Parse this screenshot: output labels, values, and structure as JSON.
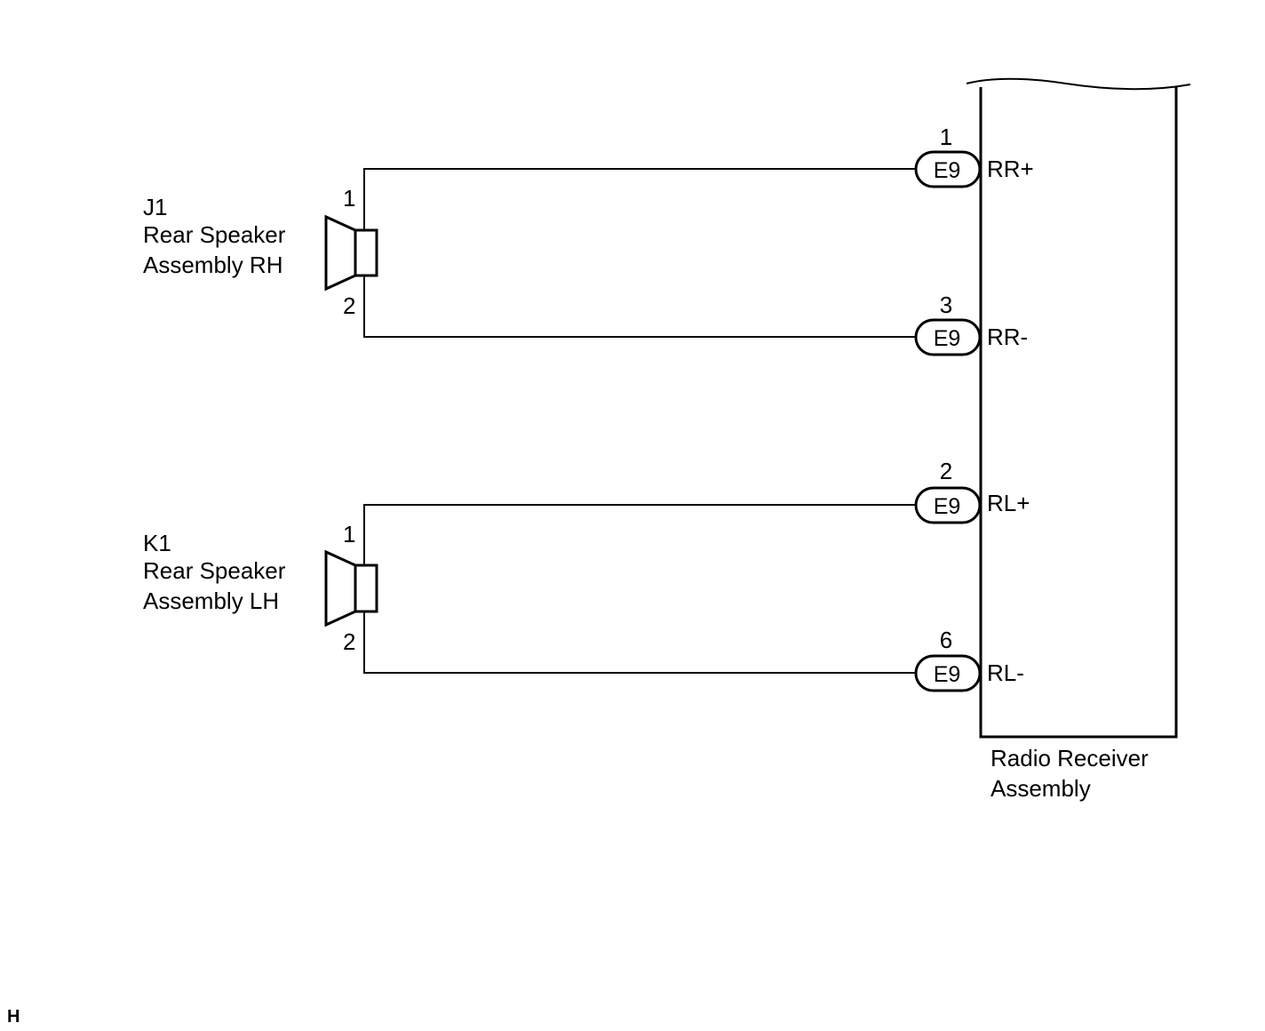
{
  "speakers": [
    {
      "code": "J1",
      "name_line1": "Rear Speaker",
      "name_line2": "Assembly RH",
      "pin_top": "1",
      "pin_bottom": "2"
    },
    {
      "code": "K1",
      "name_line1": "Rear Speaker",
      "name_line2": "Assembly LH",
      "pin_top": "1",
      "pin_bottom": "2"
    }
  ],
  "connectors": [
    {
      "pin": "1",
      "label": "E9",
      "terminal": "RR+"
    },
    {
      "pin": "3",
      "label": "E9",
      "terminal": "RR-"
    },
    {
      "pin": "2",
      "label": "E9",
      "terminal": "RL+"
    },
    {
      "pin": "6",
      "label": "E9",
      "terminal": "RL-"
    }
  ],
  "receiver": {
    "name_line1": "Radio Receiver",
    "name_line2": "Assembly"
  },
  "corner_mark": "H"
}
